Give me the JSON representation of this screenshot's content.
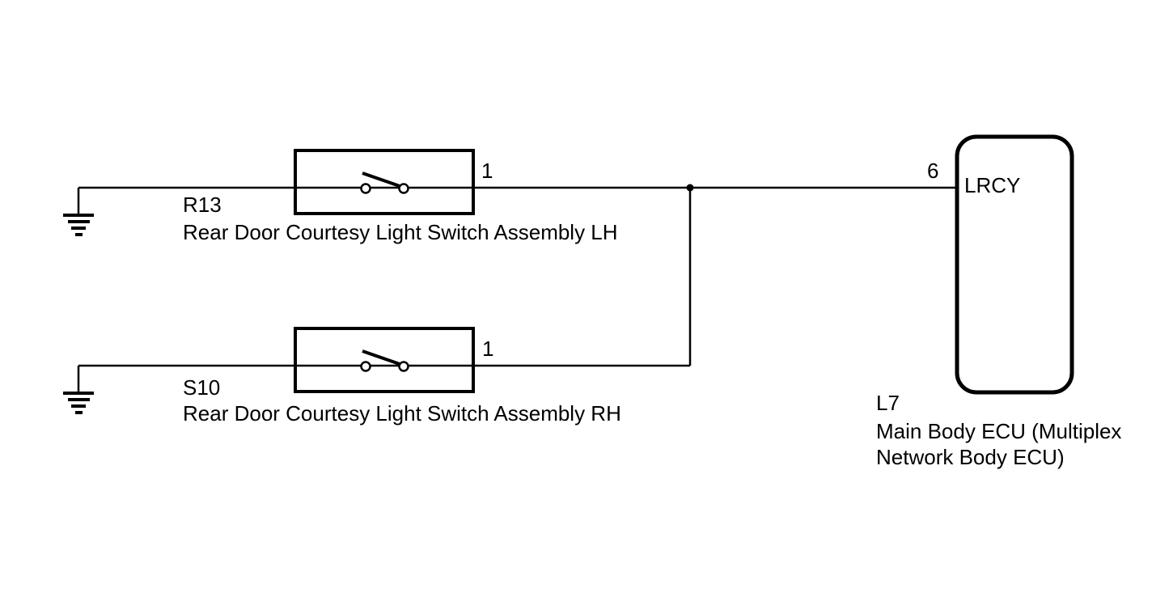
{
  "diagram": {
    "type": "wiring-schematic",
    "colors": {
      "line": "#000000",
      "background": "#ffffff",
      "text": "#000000"
    },
    "components": {
      "switch_lh": {
        "code": "R13",
        "name": "Rear Door Courtesy Light Switch Assembly LH",
        "pin": "1",
        "symbol": "normally-open-switch",
        "grounded": true
      },
      "switch_rh": {
        "code": "S10",
        "name": "Rear Door Courtesy Light Switch Assembly RH",
        "pin": "1",
        "symbol": "normally-open-switch",
        "grounded": true
      },
      "ecu": {
        "code": "L7",
        "name_line1": "Main Body ECU (Multiplex",
        "name_line2": "Network Body ECU)",
        "pin": "6",
        "terminal_label": "LRCY"
      }
    },
    "connections": [
      "ground -> R13 switch -> pin 1 -> junction",
      "ground -> S10 switch -> pin 1 -> junction",
      "junction -> pin 6 LRCY of L7 ECU"
    ]
  }
}
